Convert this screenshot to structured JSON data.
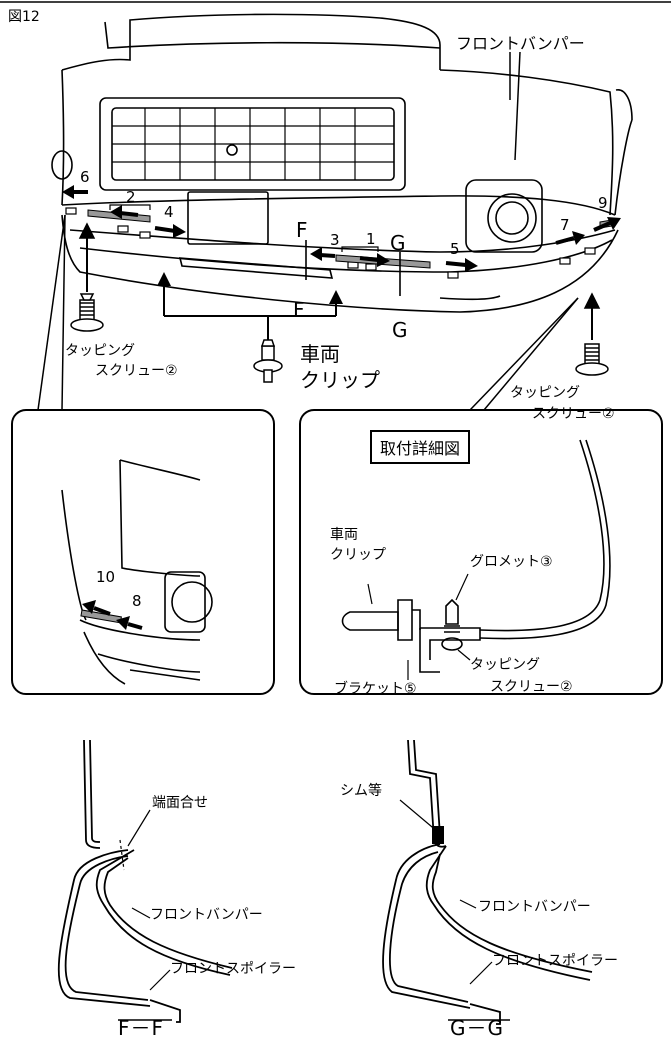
{
  "figure_label": "図12",
  "labels": {
    "front_bumper": "フロントバンパー",
    "tapping_screw_left_1": "タッピング",
    "tapping_screw_left_2": "スクリュー②",
    "tapping_screw_right_1": "タッピング",
    "tapping_screw_right_2": "スクリュー②",
    "vehicle_clip_1": "車両",
    "vehicle_clip_2": "クリップ",
    "section_f_top": "F",
    "section_f_bottom": "F",
    "section_g_top": "G",
    "section_g_bottom": "G"
  },
  "steps": [
    "1",
    "2",
    "3",
    "4",
    "5",
    "6",
    "7",
    "8",
    "9",
    "10"
  ],
  "detail": {
    "title": "取付詳細図",
    "vehicle_clip_1": "車両",
    "vehicle_clip_2": "クリップ",
    "grommet": "グロメット③",
    "bracket": "ブラケット⑤",
    "tapping_1": "タッピング",
    "tapping_2": "スクリュー②"
  },
  "section_ff": {
    "title": "F－F",
    "edge_align": "端面合せ",
    "front_bumper": "フロントバンパー",
    "front_spoiler": "フロントスポイラー"
  },
  "section_gg": {
    "title": "G－G",
    "shim": "シム等",
    "front_bumper": "フロントバンパー",
    "front_spoiler": "フロントスポイラー"
  }
}
